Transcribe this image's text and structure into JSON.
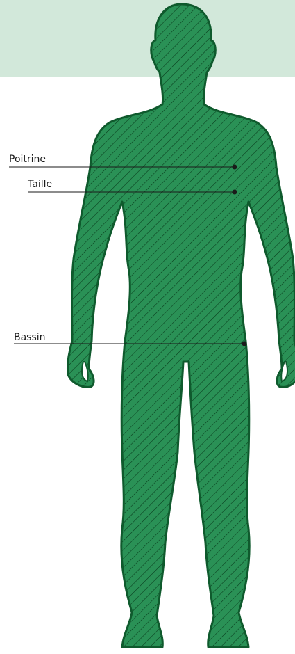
{
  "measurements": {
    "chest": {
      "label": "Poitrine"
    },
    "waist": {
      "label": "Taille"
    },
    "hips": {
      "label": "Bassin"
    }
  },
  "colors": {
    "band": "#d2e8da",
    "body_fill": "#2a9156",
    "body_outline": "#0f5a2d",
    "hatch": "#083a1c",
    "marker": "#1a1a1a"
  }
}
